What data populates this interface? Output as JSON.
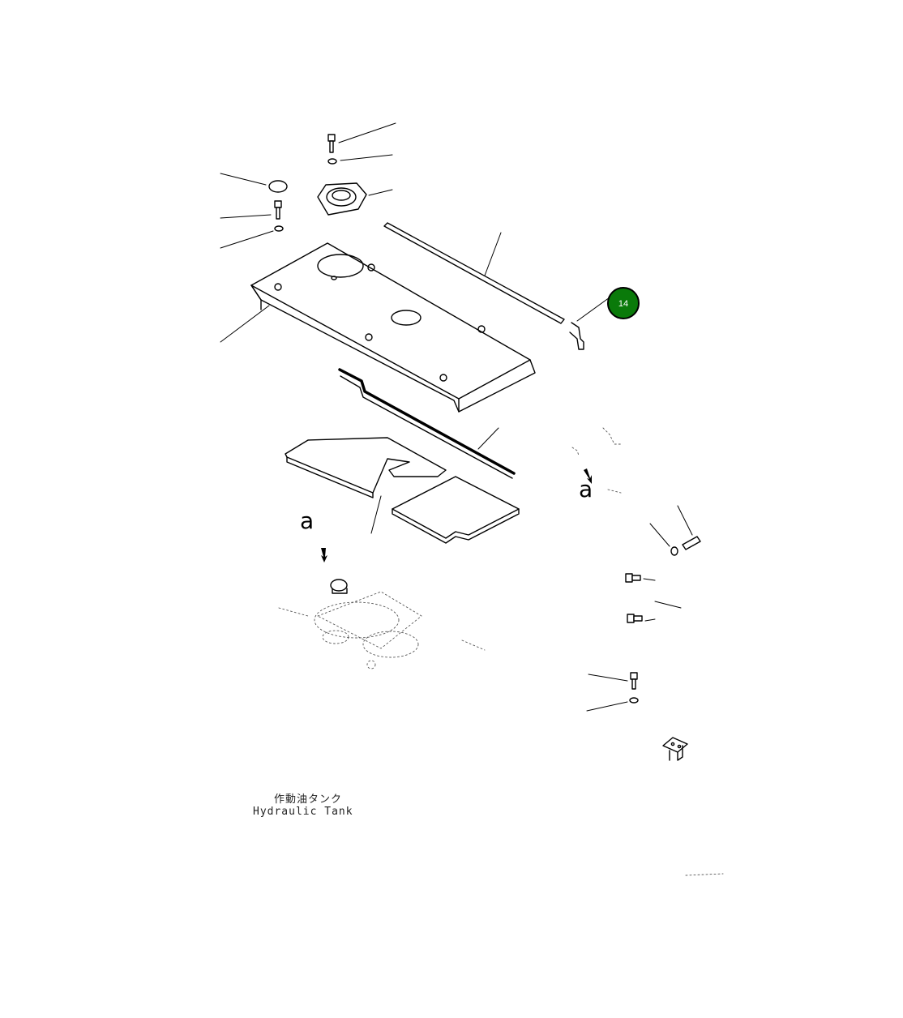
{
  "diagram": {
    "view_letter_left": "a",
    "view_letter_right": "a",
    "caption_jp": "作動油タンク",
    "caption_en": "Hydraulic Tank",
    "callout": {
      "label": "14",
      "fill_color": "#0a7a0a",
      "ring_color": "#000000"
    }
  }
}
